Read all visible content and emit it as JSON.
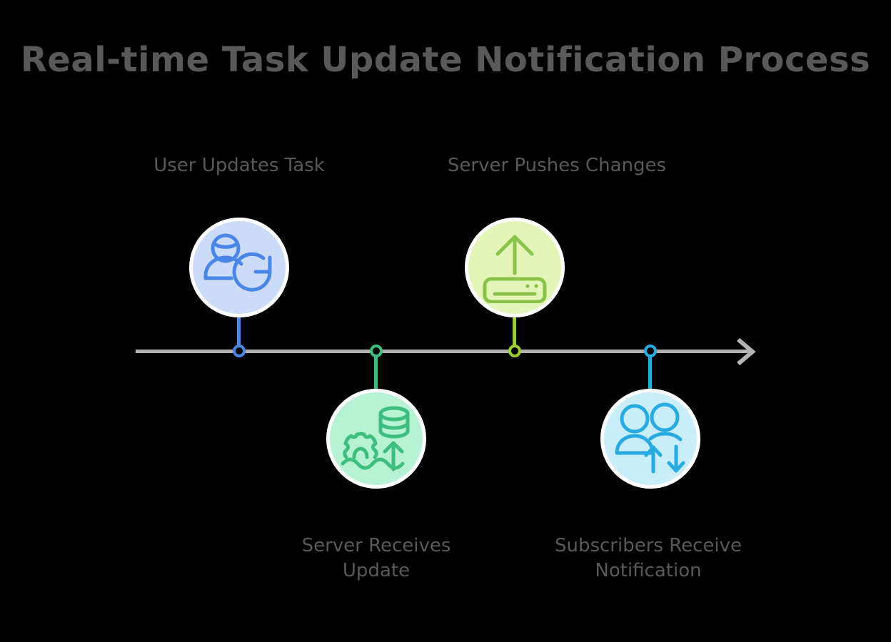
{
  "title": "Real-time Task Update Notification Process",
  "theme": {
    "background": "#000000",
    "title_color": "#58595b",
    "label_color": "#58595b",
    "axis_color": "#b3b3b3",
    "bubble_ring": "#ffffff"
  },
  "timeline": {
    "axis_name": "process-timeline",
    "direction": "left-to-right",
    "arrowhead": "chevron-right-icon"
  },
  "nodes": [
    {
      "id": "node-1",
      "label": "User Updates Task",
      "label_lines": [
        "User Updates Task"
      ],
      "position": "above",
      "order": 1,
      "accent": "#4a86e8",
      "bubble_fill": "#ccdbf7",
      "icon": "user-refresh-icon"
    },
    {
      "id": "node-2",
      "label": "Server Receives Update",
      "label_lines": [
        "Server Receives",
        "Update"
      ],
      "position": "below",
      "order": 2,
      "accent": "#3fbf7f",
      "bubble_fill": "#b8f2d4",
      "icon": "gear-waves-database-upload-icon"
    },
    {
      "id": "node-3",
      "label": "Server Pushes Changes",
      "label_lines": [
        "Server Pushes Changes"
      ],
      "position": "above",
      "order": 3,
      "accent": "#9acd32",
      "bubble_fill": "#e4f5b9",
      "icon": "server-upload-icon"
    },
    {
      "id": "node-4",
      "label": "Subscribers Receive Notification",
      "label_lines": [
        "Subscribers Receive",
        "Notification"
      ],
      "position": "below",
      "order": 4,
      "accent": "#29abe2",
      "bubble_fill": "#c9eefa",
      "icon": "users-sync-icon"
    }
  ]
}
